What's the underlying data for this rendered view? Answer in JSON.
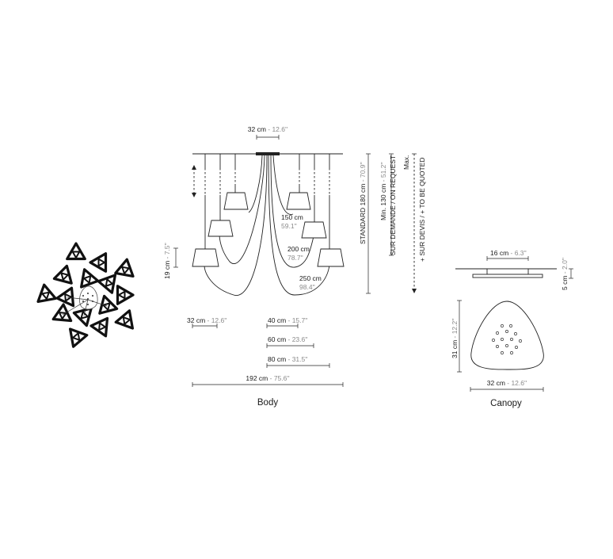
{
  "labels": {
    "body": "Body",
    "canopy": "Canopy"
  },
  "dims": {
    "top_width": {
      "main": "32 cm",
      "sec": " - 12.6''"
    },
    "shade_height": {
      "main": "19 cm",
      "sec": " - 7.5''"
    },
    "cable_150": {
      "main": "150 cm",
      "sec": "59.1''"
    },
    "cable_200": {
      "main": "200 cm",
      "sec": "78.7''"
    },
    "cable_250": {
      "main": "250 cm",
      "sec": "98.4''"
    },
    "shade_width": {
      "main": "32 cm",
      "sec": " - 12.6''"
    },
    "w40": {
      "main": "40 cm",
      "sec": " - 15.7''"
    },
    "w60": {
      "main": "60 cm",
      "sec": " - 23.6''"
    },
    "w80": {
      "main": "80 cm",
      "sec": " - 31.5''"
    },
    "total_width": {
      "main": "192 cm",
      "sec": " - 75.6''"
    },
    "standard": {
      "main": "STANDARD 180 cm",
      "sec": " - 70.9''"
    },
    "min": {
      "main": "Min. 130 cm",
      "sec": " - 51.2''"
    },
    "sur_demande": {
      "main": "SUR DEMANDE / ON REQUEST",
      "sec": ""
    },
    "max": {
      "main": "Max.",
      "sec": ""
    },
    "sur_devis": {
      "main": "+ SUR DEVIS / + TO BE QUOTED",
      "sec": ""
    },
    "canopy_depth": {
      "main": "16 cm",
      "sec": " - 6.3''"
    },
    "canopy_thick": {
      "main": "5 cm",
      "sec": " - 2.0''"
    },
    "canopy_side": {
      "main": "31 cm",
      "sec": " - 12.2''"
    },
    "canopy_width": {
      "main": "32 cm",
      "sec": " - 12.6''"
    }
  },
  "colors": {
    "line": "#222222",
    "text": "#1a1a1a",
    "secondary_text": "#8a8a8a"
  }
}
